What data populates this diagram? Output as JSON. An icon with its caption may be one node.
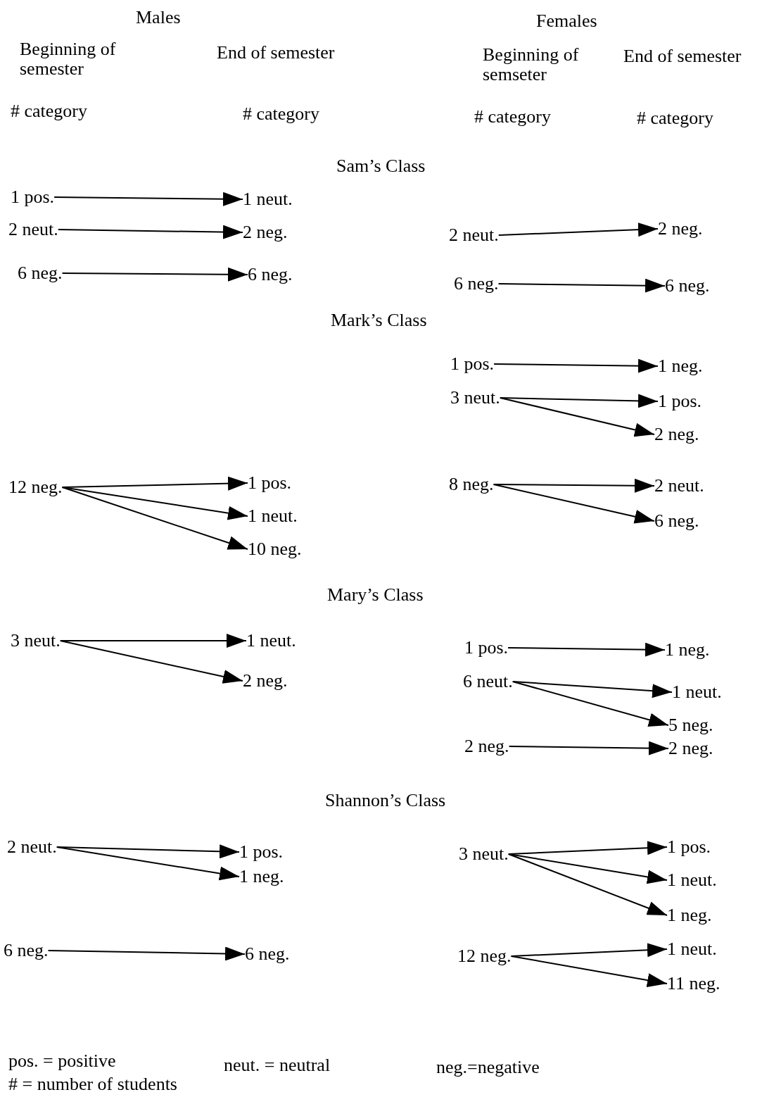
{
  "diagram": {
    "nodes": [
      {
        "text": [
          "1 pos."
        ]
      },
      {
        "text": [
          "1 neut."
        ]
      },
      {
        "text": [
          "2 neut."
        ]
      },
      {
        "text": [
          "2 neg."
        ]
      },
      {
        "text": [
          "2 neut."
        ]
      },
      {
        "text": [
          "2 neg."
        ]
      },
      {
        "text": [
          "6 neg."
        ]
      },
      {
        "text": [
          "6 neg."
        ]
      },
      {
        "text": [
          "6 neg."
        ]
      },
      {
        "text": [
          "6 neg."
        ]
      },
      {
        "text": [
          "1 pos."
        ]
      },
      {
        "text": [
          "1 neg."
        ]
      },
      {
        "text": [
          "3 neut."
        ]
      },
      {
        "text": [
          "1 pos."
        ]
      },
      {
        "text": [
          "2 neg."
        ]
      },
      {
        "text": [
          "12 neg."
        ]
      },
      {
        "text": [
          "1 pos."
        ]
      },
      {
        "text": [
          "8 neg."
        ]
      },
      {
        "text": [
          "2 neut."
        ]
      },
      {
        "text": [
          "1 neut."
        ]
      },
      {
        "text": [
          "6 neg."
        ]
      },
      {
        "text": [
          "10 neg."
        ]
      },
      {
        "text": [
          "3 neut."
        ]
      },
      {
        "text": [
          "1 neut."
        ]
      },
      {
        "text": [
          "1 pos."
        ]
      },
      {
        "text": [
          "1 neg."
        ]
      },
      {
        "text": [
          "2 neg."
        ]
      },
      {
        "text": [
          "6 neut."
        ]
      },
      {
        "text": [
          "1 neut."
        ]
      },
      {
        "text": [
          "5 neg."
        ]
      },
      {
        "text": [
          "2 neg."
        ]
      },
      {
        "text": [
          "2 neg."
        ]
      },
      {
        "text": [
          "2 neut."
        ]
      },
      {
        "text": [
          "1 pos."
        ]
      },
      {
        "text": [
          "3 neut."
        ]
      },
      {
        "text": [
          "1 pos."
        ]
      },
      {
        "text": [
          "1 neg."
        ]
      },
      {
        "text": [
          "1 neut."
        ]
      },
      {
        "text": [
          "1 neg."
        ]
      },
      {
        "text": [
          "6 neg."
        ]
      },
      {
        "text": [
          "6 neg."
        ]
      },
      {
        "text": [
          "12 neg."
        ]
      },
      {
        "text": [
          "1 neut."
        ]
      },
      {
        "text": [
          "11 neg."
        ]
      }
    ],
    "edges": [
      {
        "from": 0,
        "to": 1,
        "arrow": "to"
      },
      {
        "from": 2,
        "to": 3,
        "arrow": "to"
      },
      {
        "from": 4,
        "to": 5,
        "arrow": "to"
      },
      {
        "from": 6,
        "to": 7,
        "arrow": "to"
      },
      {
        "from": 8,
        "to": 9,
        "arrow": "to"
      },
      {
        "from": 10,
        "to": 11,
        "arrow": "to"
      },
      {
        "from": 12,
        "to": 13,
        "arrow": "to"
      },
      {
        "from": 12,
        "to": 14,
        "arrow": "to"
      },
      {
        "from": 15,
        "to": 16,
        "arrow": "to"
      },
      {
        "from": 15,
        "to": 19,
        "arrow": "to"
      },
      {
        "from": 15,
        "to": 21,
        "arrow": "to"
      },
      {
        "from": 17,
        "to": 18,
        "arrow": "to"
      },
      {
        "from": 17,
        "to": 20,
        "arrow": "to"
      },
      {
        "from": 22,
        "to": 23,
        "arrow": "to"
      },
      {
        "from": 22,
        "to": 26,
        "arrow": "to"
      },
      {
        "from": 24,
        "to": 25,
        "arrow": "to"
      },
      {
        "from": 27,
        "to": 28,
        "arrow": "to"
      },
      {
        "from": 27,
        "to": 29,
        "arrow": "to"
      },
      {
        "from": 30,
        "to": 31,
        "arrow": "to"
      },
      {
        "from": 32,
        "to": 33,
        "arrow": "to"
      },
      {
        "from": 32,
        "to": 36,
        "arrow": "to"
      },
      {
        "from": 34,
        "to": 35,
        "arrow": "to"
      },
      {
        "from": 34,
        "to": 37,
        "arrow": "to"
      },
      {
        "from": 34,
        "to": 38,
        "arrow": "to"
      },
      {
        "from": 39,
        "to": 40,
        "arrow": "to"
      },
      {
        "from": 41,
        "to": 42,
        "arrow": "to"
      },
      {
        "from": 41,
        "to": 43,
        "arrow": "to"
      }
    ],
    "labels": [
      "Males",
      "Females",
      "Beginning of semester",
      "End of semester",
      "Beginning of semseter",
      "End of semester",
      "# category",
      "# category",
      "# category",
      "# category",
      "Sam’s Class",
      "Mark’s Class",
      "Mary’s Class",
      "Shannon’s Class",
      "pos. = positive",
      "neut. = neutral",
      "neg.=negative",
      "# = number of students"
    ]
  }
}
